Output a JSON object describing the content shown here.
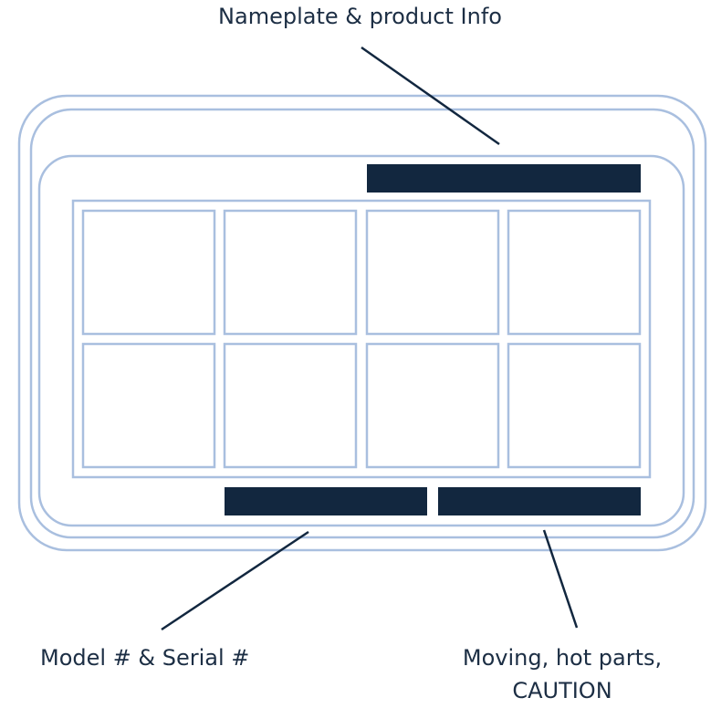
{
  "labels": {
    "nameplate": "Nameplate & product Info",
    "model_serial": "Model # & Serial #",
    "caution_line1": "Moving, hot parts,",
    "caution_line2": "CAUTION"
  },
  "colors": {
    "outline": "#a9bfdf",
    "label_bar": "#12273f",
    "leader_line": "#12273f",
    "text": "#1c2e44"
  },
  "grid": {
    "rows": 2,
    "columns": 4
  }
}
